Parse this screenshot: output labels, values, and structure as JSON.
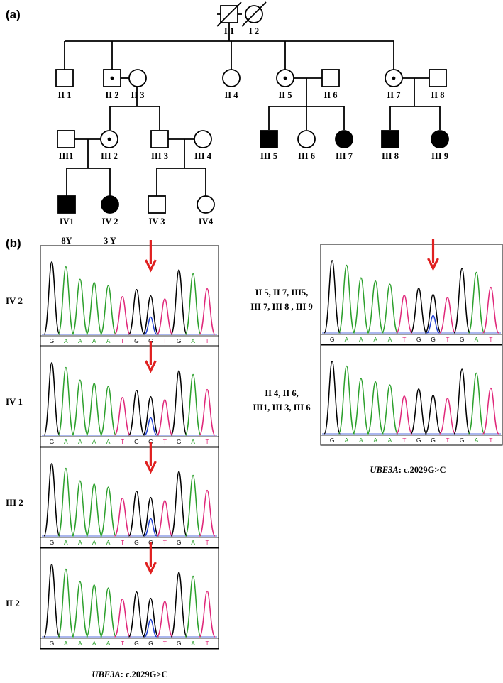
{
  "panels": {
    "a": "(a)",
    "b": "(b)"
  },
  "pedigree": {
    "individuals": [
      {
        "id": "I1",
        "label": "I 1",
        "sex": "male",
        "affected": false,
        "carrier": false,
        "deceased": true
      },
      {
        "id": "I2",
        "label": "I 2",
        "sex": "female",
        "affected": false,
        "carrier": false,
        "deceased": true
      },
      {
        "id": "II1",
        "label": "II 1",
        "sex": "male",
        "affected": false,
        "carrier": false,
        "deceased": false
      },
      {
        "id": "II2",
        "label": "II 2",
        "sex": "male",
        "affected": false,
        "carrier": true,
        "deceased": false
      },
      {
        "id": "II3",
        "label": "II 3",
        "sex": "female",
        "affected": false,
        "carrier": false,
        "deceased": false
      },
      {
        "id": "II4",
        "label": "II 4",
        "sex": "female",
        "affected": false,
        "carrier": false,
        "deceased": false
      },
      {
        "id": "II5",
        "label": "II 5",
        "sex": "female",
        "affected": false,
        "carrier": true,
        "deceased": false
      },
      {
        "id": "II6",
        "label": "II 6",
        "sex": "male",
        "affected": false,
        "carrier": false,
        "deceased": false
      },
      {
        "id": "II7",
        "label": "II 7",
        "sex": "female",
        "affected": false,
        "carrier": true,
        "deceased": false
      },
      {
        "id": "II8",
        "label": "II 8",
        "sex": "male",
        "affected": false,
        "carrier": false,
        "deceased": false
      },
      {
        "id": "III1",
        "label": "III1",
        "sex": "male",
        "affected": false,
        "carrier": false,
        "deceased": false
      },
      {
        "id": "III2",
        "label": "III 2",
        "sex": "female",
        "affected": false,
        "carrier": true,
        "deceased": false
      },
      {
        "id": "III3",
        "label": "III 3",
        "sex": "male",
        "affected": false,
        "carrier": false,
        "deceased": false
      },
      {
        "id": "III4",
        "label": "III 4",
        "sex": "female",
        "affected": false,
        "carrier": false,
        "deceased": false
      },
      {
        "id": "III5",
        "label": "III 5",
        "sex": "male",
        "affected": true,
        "carrier": false,
        "deceased": false
      },
      {
        "id": "III6",
        "label": "III 6",
        "sex": "female",
        "affected": false,
        "carrier": false,
        "deceased": false
      },
      {
        "id": "III7",
        "label": "III 7",
        "sex": "female",
        "affected": true,
        "carrier": false,
        "deceased": false
      },
      {
        "id": "III8",
        "label": "III 8",
        "sex": "male",
        "affected": true,
        "carrier": false,
        "deceased": false
      },
      {
        "id": "III9",
        "label": "III 9",
        "sex": "female",
        "affected": true,
        "carrier": false,
        "deceased": false
      },
      {
        "id": "IV1",
        "label": "IV1",
        "sex": "male",
        "affected": true,
        "carrier": false,
        "deceased": false,
        "age": "8Y"
      },
      {
        "id": "IV2",
        "label": "IV 2",
        "sex": "female",
        "affected": true,
        "carrier": false,
        "deceased": false,
        "age": "3 Y"
      },
      {
        "id": "IV3",
        "label": "IV 3",
        "sex": "male",
        "affected": false,
        "carrier": false,
        "deceased": false
      },
      {
        "id": "IV4",
        "label": "IV4",
        "sex": "female",
        "affected": false,
        "carrier": false,
        "deceased": false
      }
    ]
  },
  "chromatograms": {
    "sequence": [
      "G",
      "A",
      "A",
      "A",
      "A",
      "T",
      "G",
      "G",
      "T",
      "G",
      "A",
      "T"
    ],
    "base_colors": {
      "G": "#000000",
      "A": "#2ca02c",
      "T": "#e0287a",
      "C": "#1f3fd0"
    },
    "arrow_color": "#e02020",
    "left_panels": [
      {
        "label": "IV 2",
        "heterozygous": true
      },
      {
        "label": "IV 1",
        "heterozygous": true
      },
      {
        "label": "III 2",
        "heterozygous": true
      },
      {
        "label": "II 2",
        "heterozygous": true
      }
    ],
    "right_panels": [
      {
        "label_lines": [
          "II 5, II 7, III5,",
          "III 7, III 8 , III 9"
        ],
        "heterozygous": true
      },
      {
        "label_lines": [
          "II 4, II 6,",
          "III1, III 3, III 6"
        ],
        "heterozygous": false
      }
    ],
    "caption_gene": "UBE3A",
    "caption_variant": ": c.2029G>C"
  }
}
